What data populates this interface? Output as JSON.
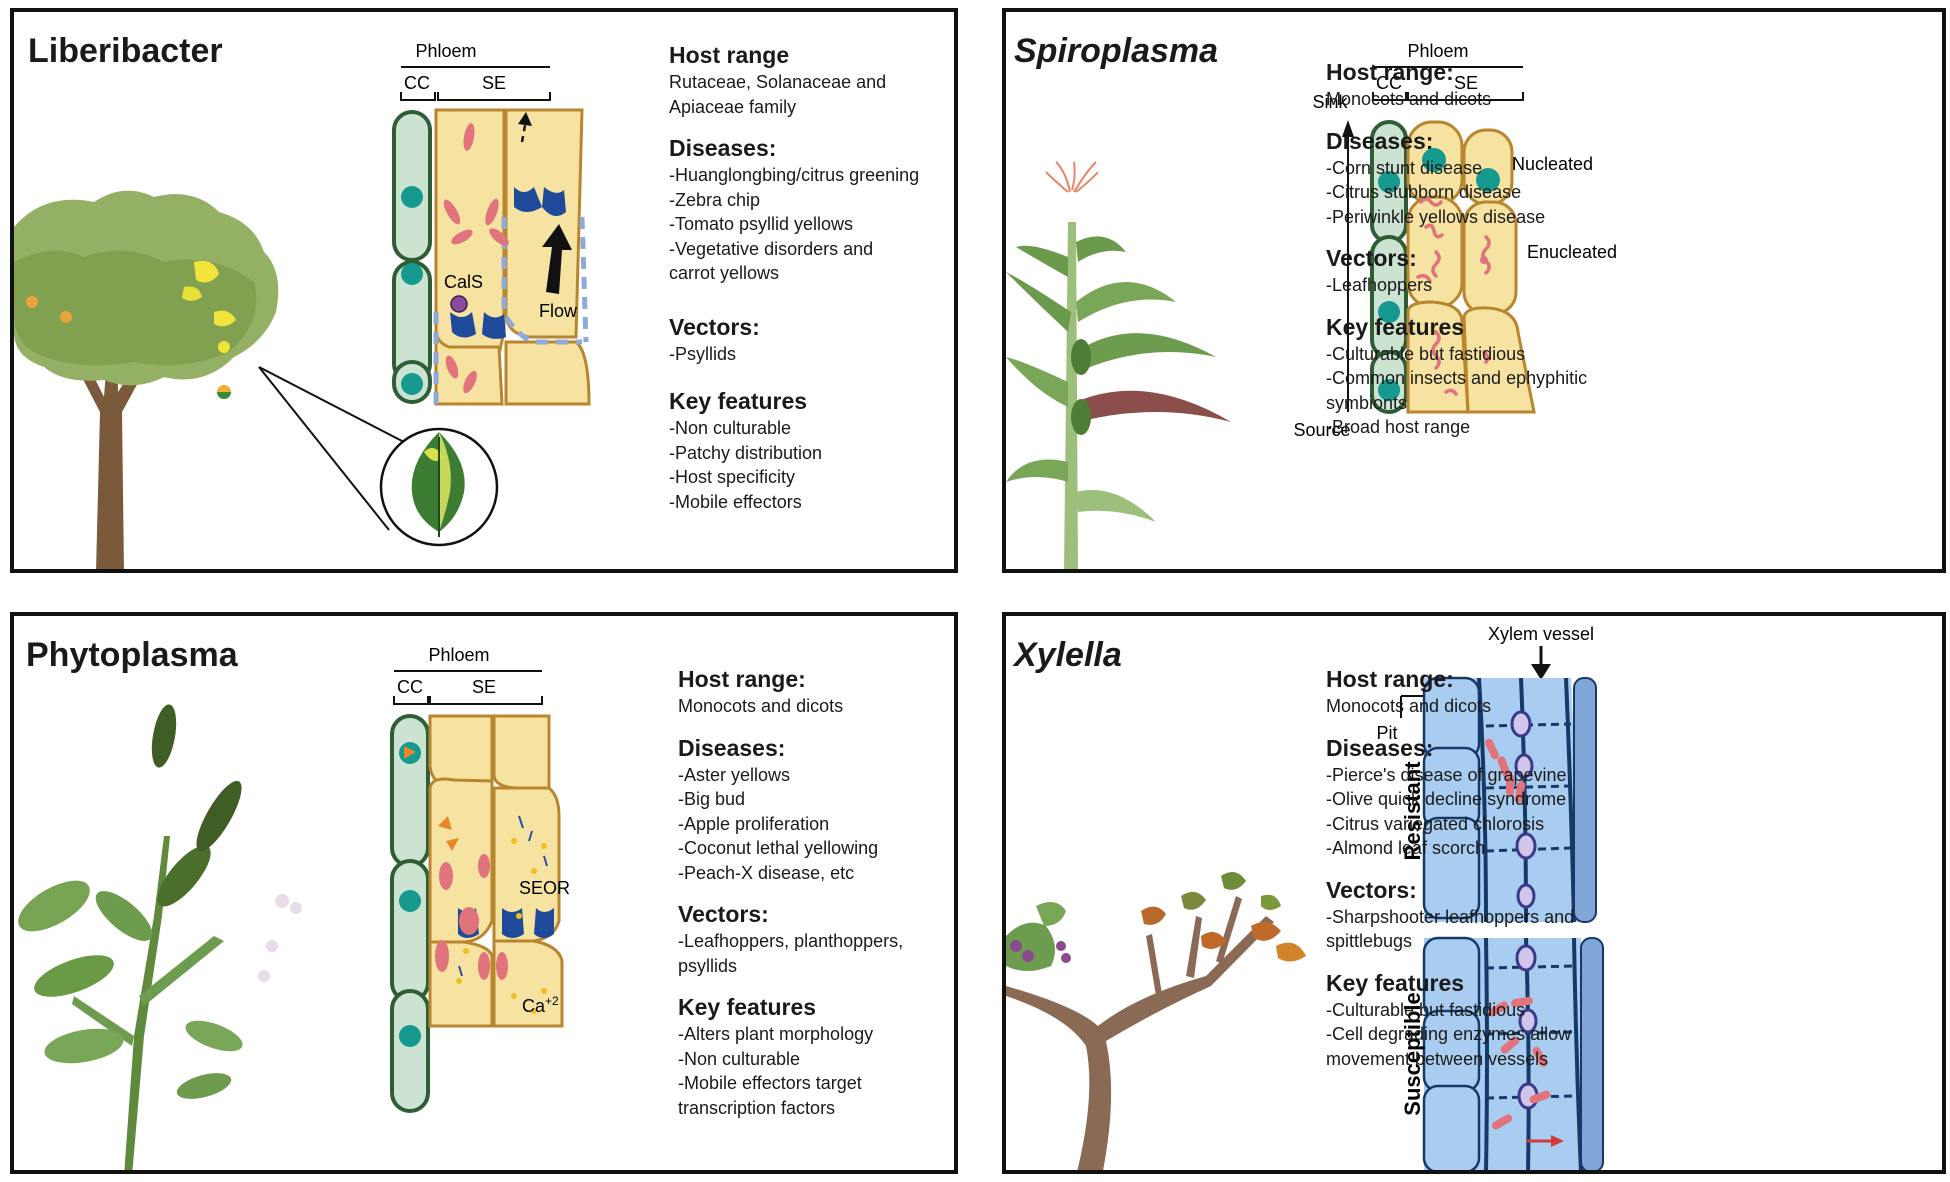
{
  "panels": [
    {
      "title": "Liberibacter",
      "diagram": {
        "phloem": "Phloem",
        "cc": "CC",
        "se": "SE",
        "cals": "CalS",
        "flow": "Flow"
      },
      "host_range": {
        "heading": "Host range",
        "lines": [
          "Rutaceae, Solanaceae and",
          "Apiaceae family"
        ]
      },
      "diseases": {
        "heading": "Diseases:",
        "lines": [
          "-Huanglongbing/citrus greening",
          "-Zebra chip",
          "-Tomato psyllid yellows",
          "-Vegetative disorders and",
          "carrot yellows"
        ]
      },
      "vectors": {
        "heading": "Vectors:",
        "lines": [
          "-Psyllids"
        ]
      },
      "key_features": {
        "heading": "Key features",
        "lines": [
          "-Non culturable",
          "-Patchy distribution",
          "-Host specificity",
          "-Mobile effectors"
        ]
      }
    },
    {
      "title": "Spiroplasma",
      "diagram": {
        "phloem": "Phloem",
        "cc": "CC",
        "se": "SE",
        "sink": "Sink",
        "source": "Source",
        "nucleated": "Nucleated",
        "enucleated": "Enucleated"
      },
      "host_range": {
        "heading": "Host range:",
        "lines": [
          "Monocots and dicots"
        ]
      },
      "diseases": {
        "heading": "Diseases:",
        "lines": [
          "-Corn stunt disease",
          "-Citrus stubborn disease",
          "-Periwinkle yellows disease"
        ]
      },
      "vectors": {
        "heading": "Vectors:",
        "lines": [
          "-Leafhoppers"
        ]
      },
      "key_features": {
        "heading": "Key features",
        "lines": [
          "-Culturable but fastidious",
          "-Common insects and ephyphitic",
          "symbionts",
          "-Broad host range"
        ]
      }
    },
    {
      "title": "Phytoplasma",
      "diagram": {
        "phloem": "Phloem",
        "cc": "CC",
        "se": "SE",
        "seor": "SEOR",
        "ca": "Ca",
        "ca_sup": "+2"
      },
      "host_range": {
        "heading": "Host range:",
        "lines": [
          "Monocots and dicots"
        ]
      },
      "diseases": {
        "heading": "Diseases:",
        "lines": [
          "-Aster yellows",
          "-Big bud",
          "-Apple proliferation",
          "-Coconut lethal yellowing",
          "-Peach-X disease, etc"
        ]
      },
      "vectors": {
        "heading": "Vectors:",
        "lines": [
          "-Leafhoppers, planthoppers,",
          "psyllids"
        ]
      },
      "key_features": {
        "heading": "Key features",
        "lines": [
          "-Alters plant morphology",
          "-Non culturable",
          "-Mobile effectors target",
          "transcription factors"
        ]
      }
    },
    {
      "title": "Xylella",
      "diagram": {
        "xylem_vessel": "Xylem vessel",
        "pit": "Pit",
        "resistant": "Resistant",
        "susceptible": "Susceptible"
      },
      "host_range": {
        "heading": "Host range:",
        "lines": [
          "Monocots and dicots"
        ]
      },
      "diseases": {
        "heading": "Diseases:",
        "lines": [
          "-Pierce's disease of grapevine",
          "-Olive quick decline syndrome",
          "-Citrus variegated chlorosis",
          "-Almond leaf scorch"
        ]
      },
      "vectors": {
        "heading": "Vectors:",
        "lines": [
          "-Sharpshooter leafhoppers and",
          "spittlebugs"
        ]
      },
      "key_features": {
        "heading": "Key features",
        "lines": [
          "-Culturable but fastidious",
          "-Cell degrading enzymes allow",
          "movement between vessels"
        ]
      }
    }
  ],
  "colors": {
    "border": "#111111",
    "se_fill": "#f6e3a1",
    "se_stroke": "#b8862e",
    "cc_fill": "#cde3d2",
    "cc_stroke": "#2f5e36",
    "nucleus": "#16998f",
    "bacteria": "#e0737b",
    "callose": "#1f4a9a",
    "xylem_fill": "#a9cdf0",
    "xylem_stroke": "#163a68"
  }
}
